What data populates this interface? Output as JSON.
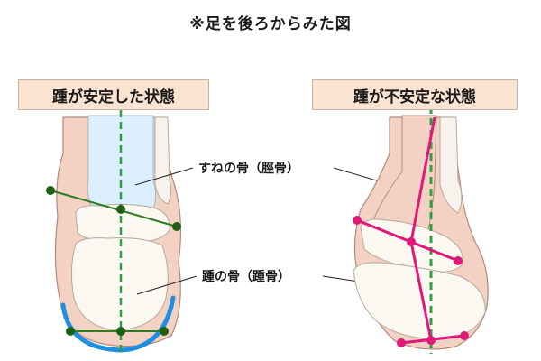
{
  "caption": "※足を後ろからみた図",
  "panels": {
    "stable": {
      "title": "踵が安定した状態"
    },
    "unstable": {
      "title": "踵が不安定な状態"
    }
  },
  "bone_labels": {
    "tibia": "すねの骨（脛骨）",
    "calcaneus": "踵の骨（踵骨）"
  },
  "colors": {
    "skin": "#f3d2c4",
    "skin_outline": "#b08a7c",
    "bone": "#fbf7f1",
    "tibia_blue": "#dcefff",
    "green_line": "#2e7d1e",
    "green_dash": "#2ea043",
    "magenta_line": "#e0187a",
    "blue_arc": "#1f8fe0",
    "label_box": "#fbe3d2"
  }
}
